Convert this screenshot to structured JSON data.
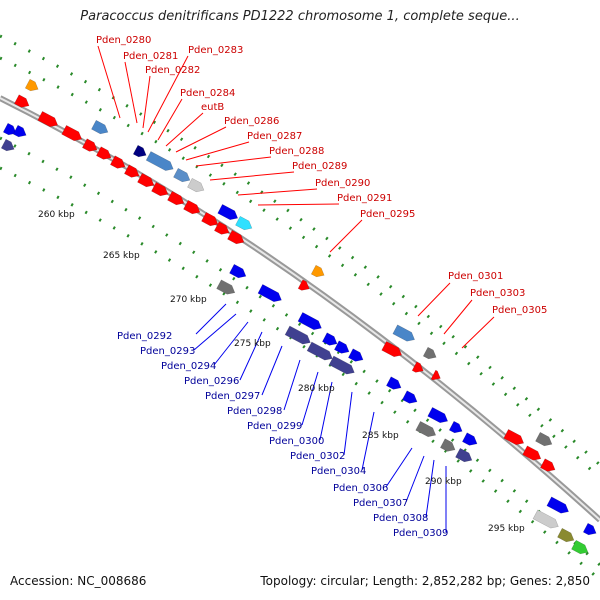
{
  "title": "Paracoccus denitrificans PD1222 chromosome 1, complete seque...",
  "footer": {
    "accession": "Accession: NC_008686",
    "topology": "Topology: circular; Length: 2,852,282 bp; Genes: 2,850"
  },
  "colors": {
    "forward_gene": "#ff0000",
    "reverse_gene": "#0000ff",
    "forward_label": "#cc0000",
    "reverse_label": "#000099",
    "backbone": "#a0a0a0",
    "tick": "#228822"
  },
  "kbp_labels": [
    "260 kbp",
    "265 kbp",
    "270 kbp",
    "275 kbp",
    "280 kbp",
    "285 kbp",
    "290 kbp",
    "295 kbp"
  ],
  "forward_labels": [
    "Pden_0280",
    "Pden_0281",
    "Pden_0282",
    "Pden_0283",
    "Pden_0284",
    "eutB",
    "Pden_0286",
    "Pden_0287",
    "Pden_0288",
    "Pden_0289",
    "Pden_0290",
    "Pden_0291",
    "Pden_0295",
    "Pden_0301",
    "Pden_0303",
    "Pden_0305"
  ],
  "reverse_labels": [
    "Pden_0292",
    "Pden_0293",
    "Pden_0294",
    "Pden_0296",
    "Pden_0297",
    "Pden_0298",
    "Pden_0299",
    "Pden_0300",
    "Pden_0302",
    "Pden_0304",
    "Pden_0306",
    "Pden_0307",
    "Pden_0308",
    "Pden_0309"
  ]
}
